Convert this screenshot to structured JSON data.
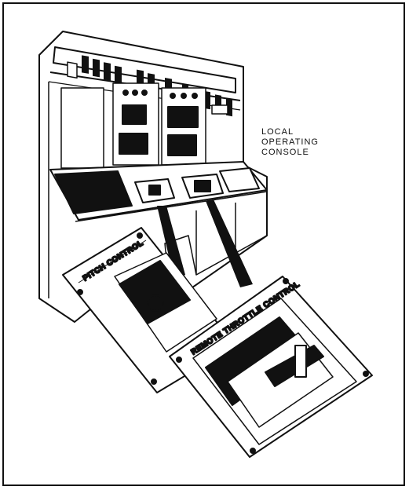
{
  "callout": {
    "line1": "LOCAL",
    "line2": "OPERATING",
    "line3": "CONSOLE"
  },
  "plates": {
    "pitch": "PITCH CONTROL",
    "throttle": "REMOTE THROTTLE CONTROL"
  },
  "colors": {
    "ink": "#111111",
    "paper": "#ffffff"
  }
}
